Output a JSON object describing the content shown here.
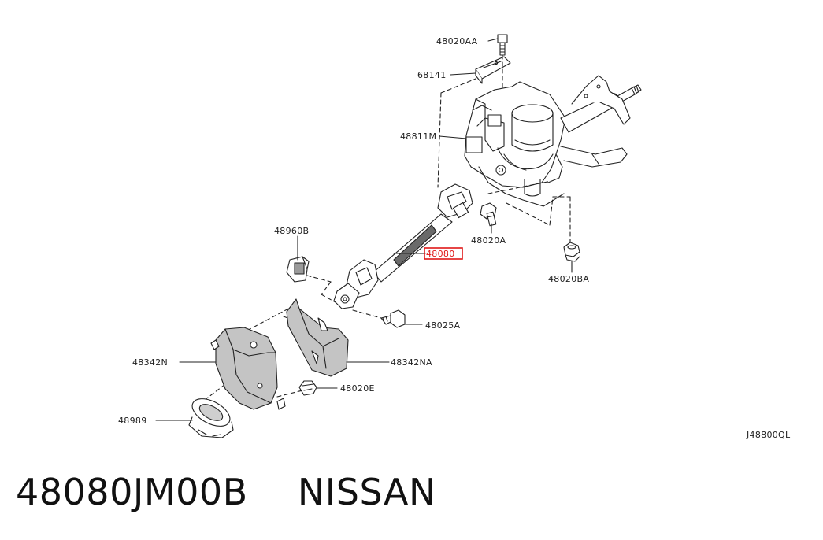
{
  "diagram": {
    "drawing_code": "J48800QL",
    "highlighted_part": "48080",
    "parts": {
      "p48020AA": "48020AA",
      "p68141": "68141",
      "p48811M": "48811M",
      "p48960B": "48960B",
      "p48020A": "48020A",
      "p48080": "48080",
      "p48020BA": "48020BA",
      "p48025A": "48025A",
      "p48342N": "48342N",
      "p48342NA": "48342NA",
      "p48020E": "48020E",
      "p48989": "48989"
    }
  },
  "footer": {
    "part_number": "48080JM00B",
    "brand": "NISSAN"
  },
  "colors": {
    "line": "#222222",
    "highlight": "#e01818",
    "shade": "#bdbdbd"
  }
}
